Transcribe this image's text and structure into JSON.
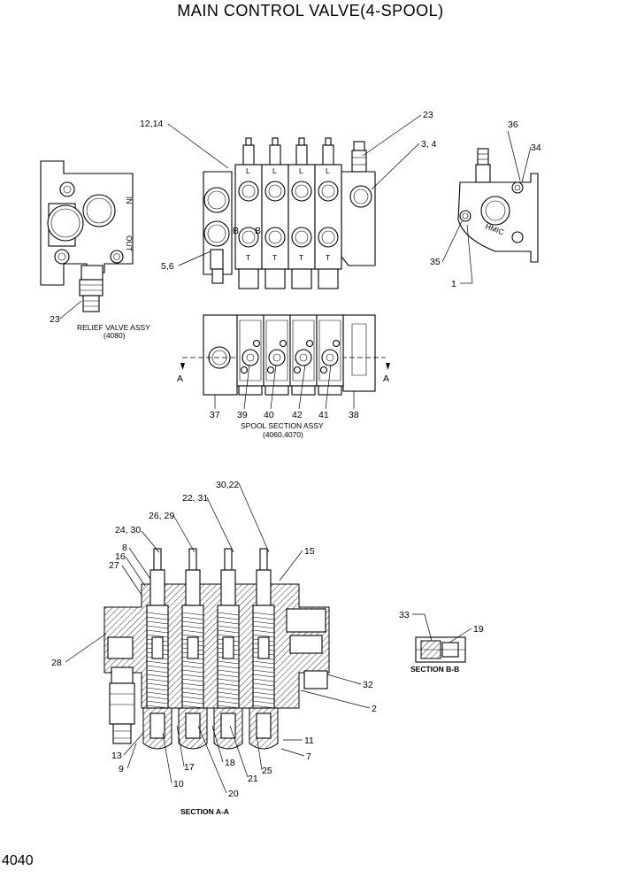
{
  "title": "MAIN CONTROL VALVE(4-SPOOL)",
  "page_number": "4040",
  "captions": {
    "relief_valve": "RELIEF VALVE ASSY",
    "relief_valve_code": "(4080)",
    "spool_section": "SPOOL SECTION ASSY",
    "spool_section_code": "(4060,4070)",
    "section_aa": "SECTION A-A",
    "section_bb": "SECTION B-B"
  },
  "callouts": {
    "c12_14": "12,14",
    "c23_top": "23",
    "c3_4": "3, 4",
    "c36": "36",
    "c34": "34",
    "c5_6": "5,6",
    "c35": "35",
    "c1": "1",
    "c23_left": "23",
    "c37": "37",
    "c39": "39",
    "c40": "40",
    "c42": "42",
    "c41": "41",
    "c38": "38",
    "c30_22": "30,22",
    "c22_31": "22, 31",
    "c26_29": "26, 29",
    "c24_30": "24, 30",
    "c8": "8",
    "c16": "16",
    "c27": "27",
    "c15": "15",
    "c28": "28",
    "c33": "33",
    "c19": "19",
    "c32": "32",
    "c2": "2",
    "c11": "11",
    "c7": "7",
    "c13": "13",
    "c9": "9",
    "c10": "10",
    "c17": "17",
    "c18": "18",
    "c21": "21",
    "c25": "25",
    "c20": "20"
  },
  "marks": {
    "section_a_left": "A",
    "section_a_right": "A",
    "port_b_1": "B",
    "port_b_2": "B",
    "spool_letters": [
      "L",
      "L",
      "L",
      "L"
    ],
    "spool_letters_bottom": [
      "T",
      "T",
      "T",
      "T"
    ]
  }
}
